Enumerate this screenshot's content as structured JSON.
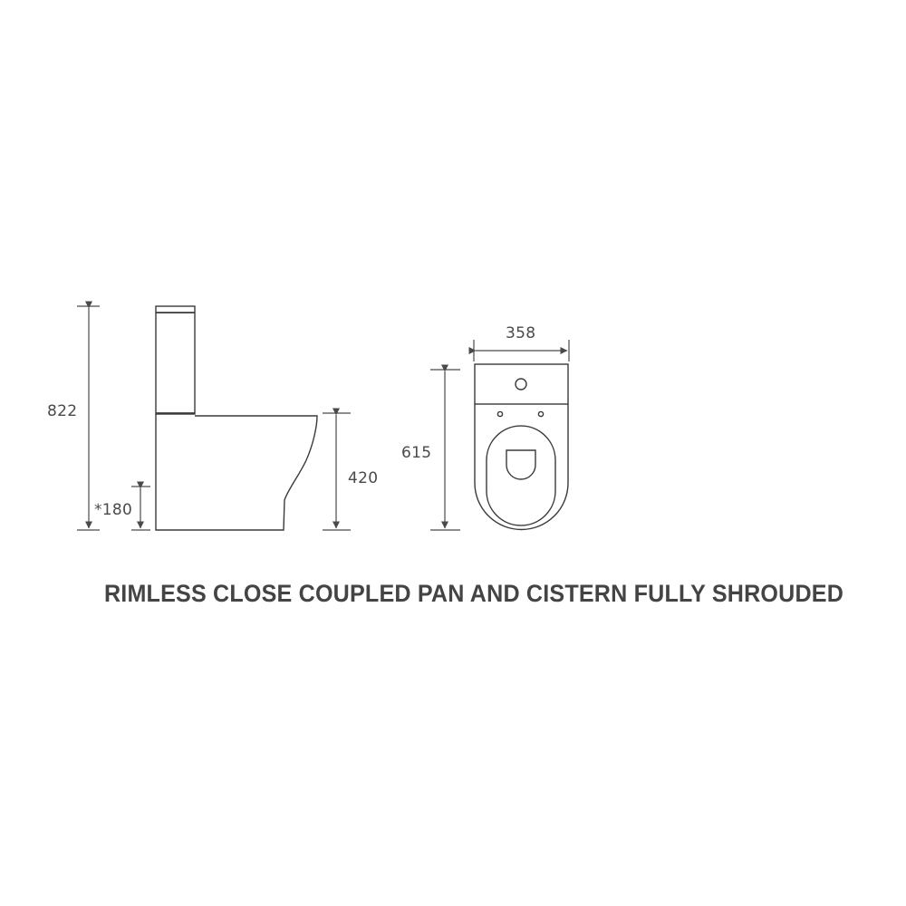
{
  "title": "RIMLESS CLOSE COUPLED PAN AND CISTERN FULLY SHROUDED",
  "side_view": {
    "overall_height": "822",
    "pan_height": "420",
    "outlet_height": "*180"
  },
  "top_view": {
    "width": "358",
    "depth": "615"
  },
  "colors": {
    "line": "#3a3a3a",
    "dimension": "#4a4a4a",
    "title": "#444444",
    "background": "#ffffff"
  }
}
